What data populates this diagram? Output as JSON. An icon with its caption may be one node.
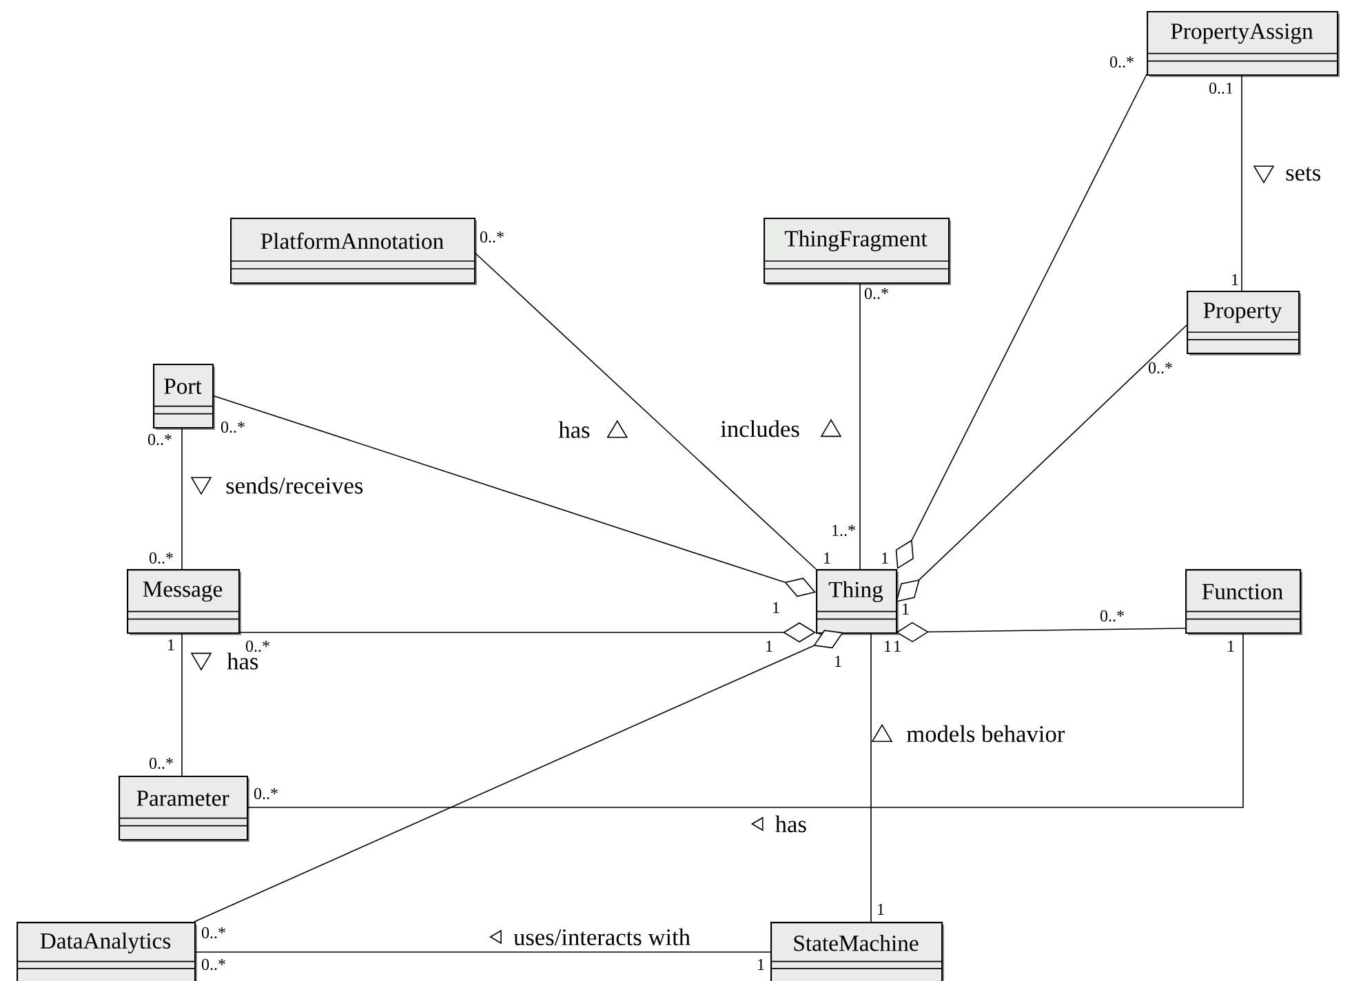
{
  "diagram": {
    "nodes": [
      {
        "text": [
          "PropertyAssign"
        ]
      },
      {
        "text": [
          "PlatformAnnotation"
        ]
      },
      {
        "text": [
          "ThingFragment"
        ]
      },
      {
        "text": [
          "Property"
        ]
      },
      {
        "text": [
          "Port"
        ]
      },
      {
        "text": [
          "Message"
        ]
      },
      {
        "text": [
          "Thing"
        ]
      },
      {
        "text": [
          "Function"
        ]
      },
      {
        "text": [
          "Parameter"
        ]
      },
      {
        "text": [
          "DataAnalytics"
        ]
      },
      {
        "text": [
          "StateMachine"
        ]
      }
    ],
    "edges": [
      {
        "from": 1,
        "to": 6,
        "arrow": "none",
        "label": "has"
      },
      {
        "from": 2,
        "to": 6,
        "arrow": "none",
        "label": "includes"
      },
      {
        "from": 0,
        "to": 6,
        "arrow": "other"
      },
      {
        "from": 3,
        "to": 6,
        "arrow": "other"
      },
      {
        "from": 0,
        "to": 3,
        "arrow": "none",
        "label": "sets"
      },
      {
        "from": 4,
        "to": 6,
        "arrow": "other"
      },
      {
        "from": 4,
        "to": 5,
        "arrow": "none",
        "label": "sends/receives"
      },
      {
        "from": 5,
        "to": 6,
        "arrow": "other"
      },
      {
        "from": 5,
        "to": 8,
        "arrow": "none",
        "label": "has"
      },
      {
        "from": 9,
        "to": 6,
        "arrow": "other"
      },
      {
        "from": 7,
        "to": 6,
        "arrow": "other"
      },
      {
        "from": 6,
        "to": 10,
        "arrow": "none",
        "label": "models behavior"
      },
      {
        "from": 7,
        "to": 8,
        "arrow": "none",
        "label": "has"
      },
      {
        "from": 9,
        "to": 10,
        "arrow": "none",
        "label": "uses/interacts with"
      }
    ],
    "labels": [
      "0..*",
      "0..1",
      "0..*",
      "1",
      "0..*",
      "0..*",
      "0..*",
      "0..*",
      "1..*",
      "0..*",
      "1",
      "1",
      "1",
      "1",
      "0..*",
      "1",
      "0..*",
      "1",
      "1",
      "1",
      "1",
      "1",
      "0..*",
      "0..*",
      "1",
      "0..*",
      "0..*",
      "1"
    ]
  }
}
